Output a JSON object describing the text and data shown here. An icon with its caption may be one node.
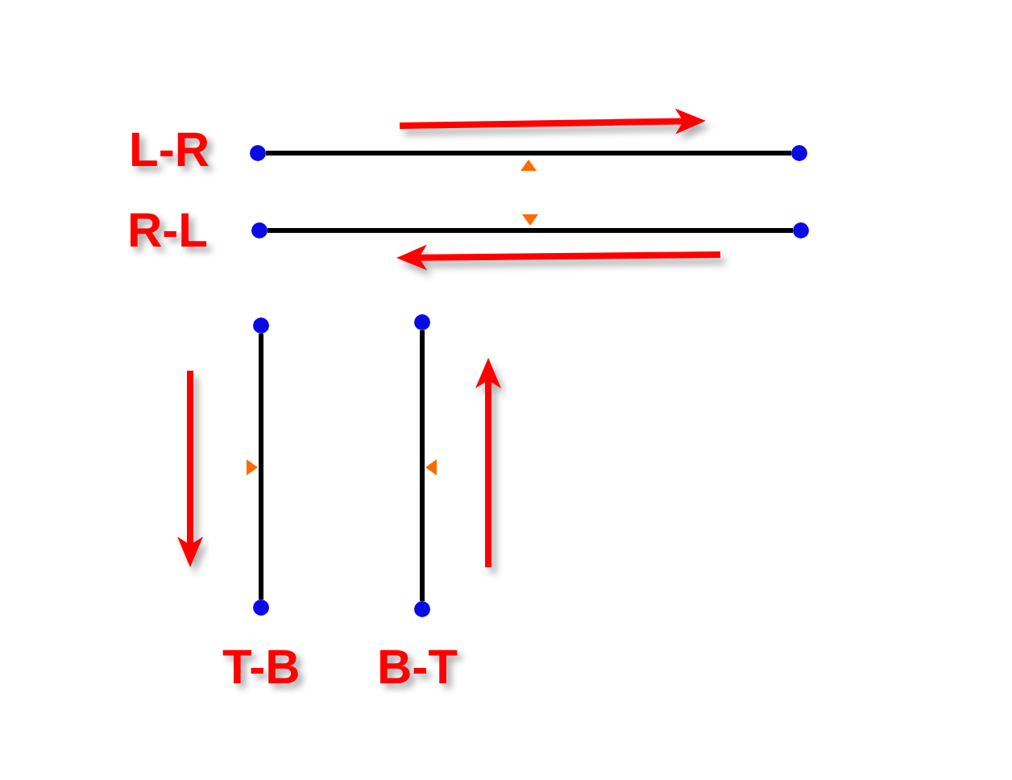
{
  "diagram": {
    "nodes": [
      {
        "text": [],
        "shape": "circle"
      },
      {
        "text": [],
        "shape": "circle"
      },
      {
        "text": [],
        "shape": "circle"
      },
      {
        "text": [],
        "shape": "circle"
      },
      {
        "text": [],
        "shape": "circle"
      },
      {
        "text": [],
        "shape": "circle"
      },
      {
        "text": [],
        "shape": "circle"
      },
      {
        "text": [],
        "shape": "circle"
      }
    ],
    "edges": [
      {
        "from": 0,
        "to": 1,
        "arrow": "none"
      },
      {
        "from": 3,
        "to": 2,
        "arrow": "none"
      },
      {
        "from": 4,
        "to": 6,
        "arrow": "none"
      },
      {
        "from": 7,
        "to": 5,
        "arrow": "none"
      }
    ],
    "labels": [
      "L-R",
      "R-L",
      "T-B",
      "B-T"
    ]
  }
}
